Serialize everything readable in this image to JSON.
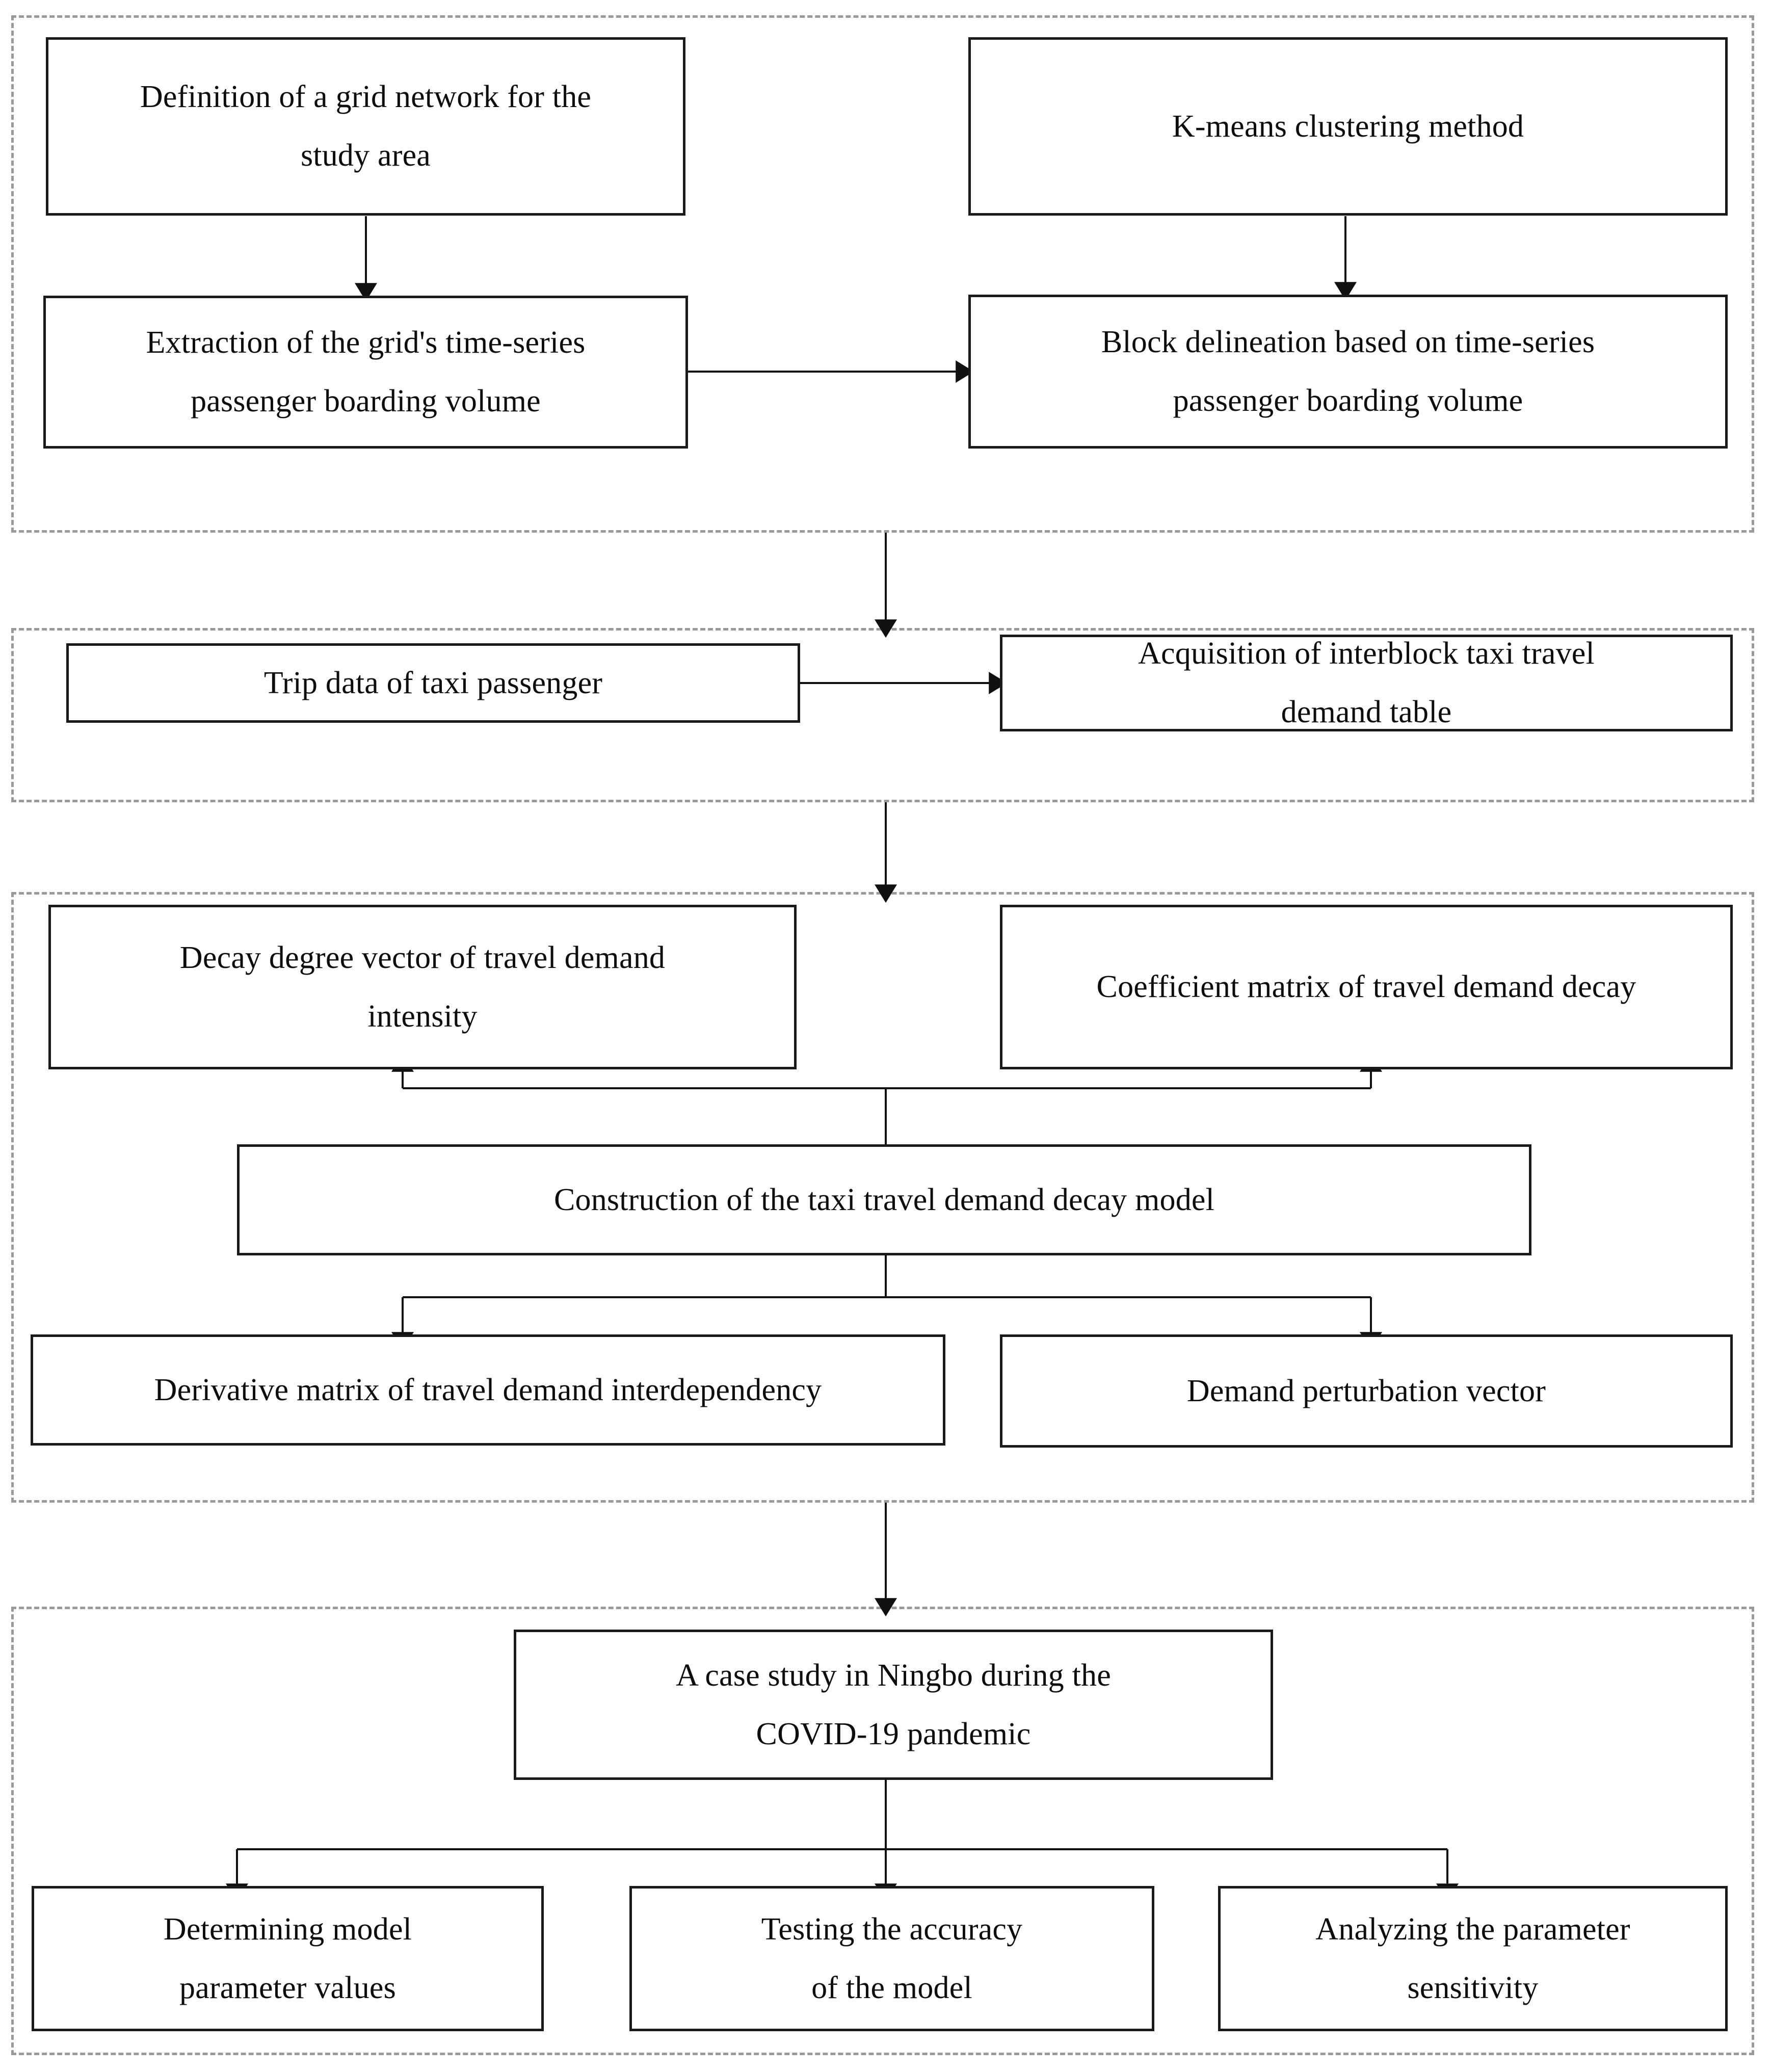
{
  "diagram": {
    "title": "Research framework flowchart of taxi travel demand decay modeling",
    "type": "flowchart",
    "colors": {
      "node_border": "#1a1a1a",
      "node_fill": "#ffffff",
      "group_border": "#9a9a9a",
      "connector": "#1a1a1a",
      "text": "#0d0d0d"
    },
    "groups": [
      {
        "id": "group-1",
        "name": "block-delineation-stage"
      },
      {
        "id": "group-2",
        "name": "demand-table-stage"
      },
      {
        "id": "group-3",
        "name": "decay-model-stage"
      },
      {
        "id": "group-4",
        "name": "case-study-stage"
      }
    ],
    "nodes": {
      "grid_definition": "Definition of a grid network for the\nstudy area",
      "kmeans": "K-means clustering method",
      "extraction": "Extraction of the grid's time-series\npassenger boarding volume",
      "block_delineation": "Block delineation based on time-series\npassenger boarding volume",
      "trip_data": "Trip data of taxi passenger",
      "demand_table": "Acquisition of interblock taxi travel\ndemand table",
      "decay_vector": "Decay degree vector of travel demand\nintensity",
      "coefficient_matrix": "Coefficient matrix of travel demand decay",
      "construction": "Construction of the taxi travel demand decay model",
      "derivative_matrix": "Derivative matrix of travel demand interdependency",
      "perturbation_vector": "Demand perturbation vector",
      "case_study": "A case study in Ningbo during the\nCOVID-19 pandemic",
      "determining": "Determining model\nparameter values",
      "testing": "Testing the accuracy\nof the model",
      "analyzing": "Analyzing the parameter\nsensitivity"
    },
    "edges": [
      {
        "from": "grid_definition",
        "to": "extraction",
        "style": "arrow-down"
      },
      {
        "from": "kmeans",
        "to": "block_delineation",
        "style": "arrow-down"
      },
      {
        "from": "extraction",
        "to": "block_delineation",
        "style": "arrow-right"
      },
      {
        "from": "group-1",
        "to": "group-2",
        "style": "arrow-down"
      },
      {
        "from": "trip_data",
        "to": "demand_table",
        "style": "arrow-right"
      },
      {
        "from": "group-2",
        "to": "group-3",
        "style": "arrow-down"
      },
      {
        "from": "construction",
        "to": "decay_vector",
        "style": "elbow-arrow-up"
      },
      {
        "from": "construction",
        "to": "coefficient_matrix",
        "style": "elbow-arrow-up"
      },
      {
        "from": "construction",
        "to": "derivative_matrix",
        "style": "elbow-arrow-down"
      },
      {
        "from": "construction",
        "to": "perturbation_vector",
        "style": "elbow-arrow-down"
      },
      {
        "from": "group-3",
        "to": "group-4",
        "style": "arrow-down"
      },
      {
        "from": "case_study",
        "to": "determining",
        "style": "elbow-arrow-down"
      },
      {
        "from": "case_study",
        "to": "testing",
        "style": "elbow-arrow-down"
      },
      {
        "from": "case_study",
        "to": "analyzing",
        "style": "elbow-arrow-down"
      }
    ]
  }
}
